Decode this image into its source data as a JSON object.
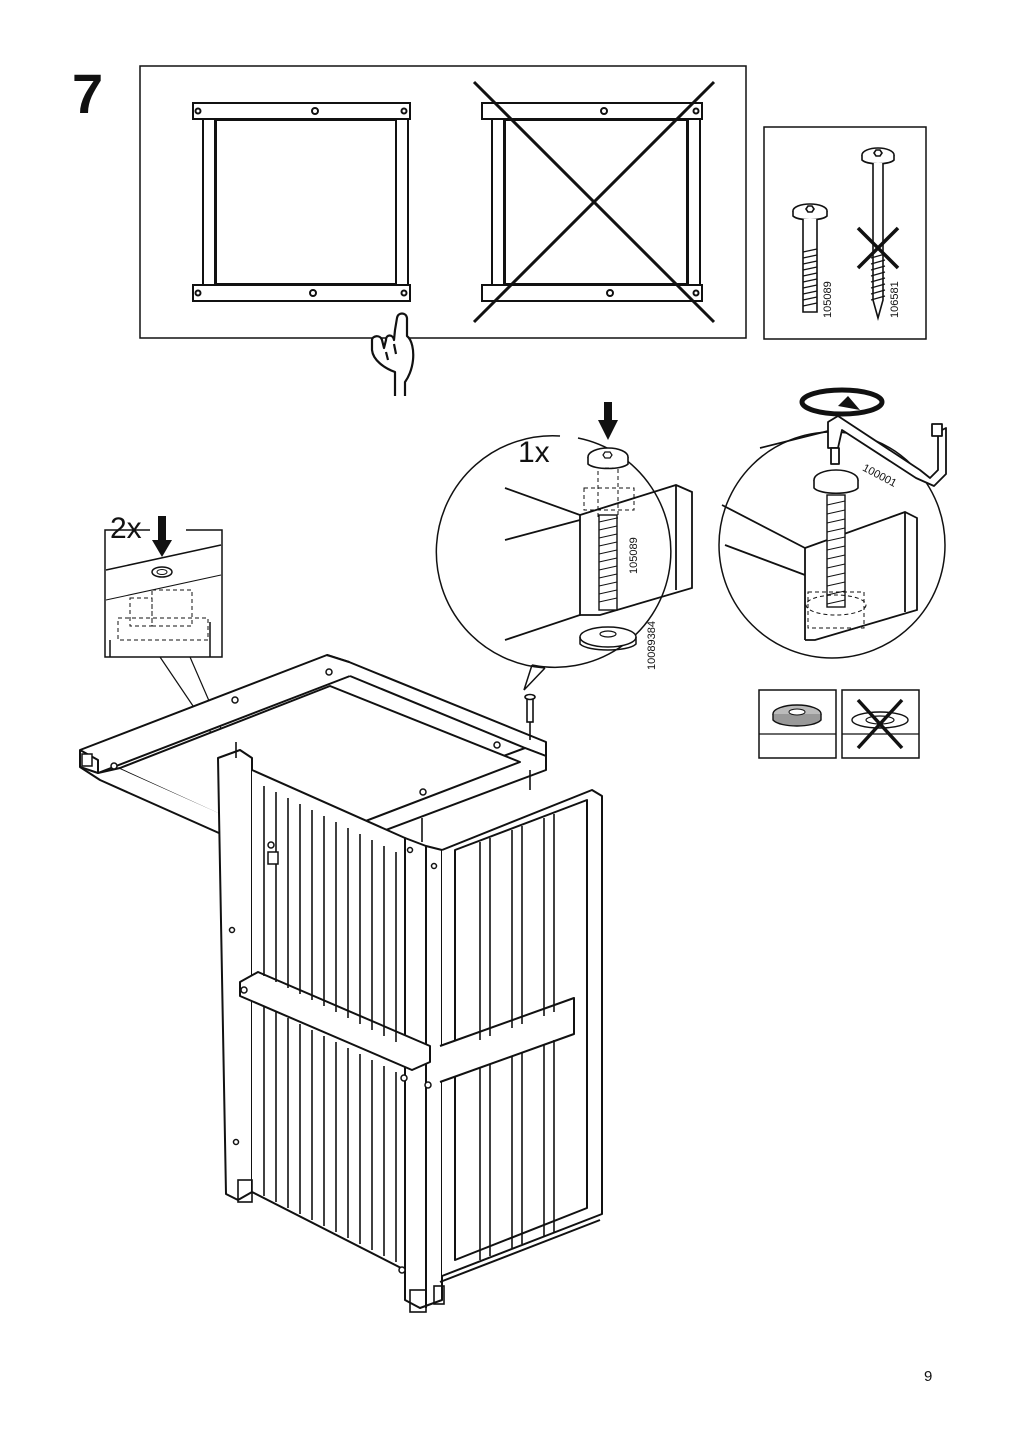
{
  "step": {
    "number": "7"
  },
  "hardware": {
    "correct_bolt": "105089",
    "wrong_bolt": "106581",
    "bolt_detail": "105089",
    "washer": "10089384",
    "allen_key": "100001"
  },
  "callouts": {
    "pin_quantity": "2x",
    "bolt_quantity": "1x"
  },
  "icons": {
    "attention": "pointing-hand-icon",
    "incorrect": "cross-icon",
    "insert": "down-arrow-icon",
    "turn": "rotate-icon"
  },
  "colors": {
    "ink": "#111111",
    "background": "#ffffff",
    "panel_fill": "#f0f0f0"
  },
  "page": {
    "number": "9"
  }
}
